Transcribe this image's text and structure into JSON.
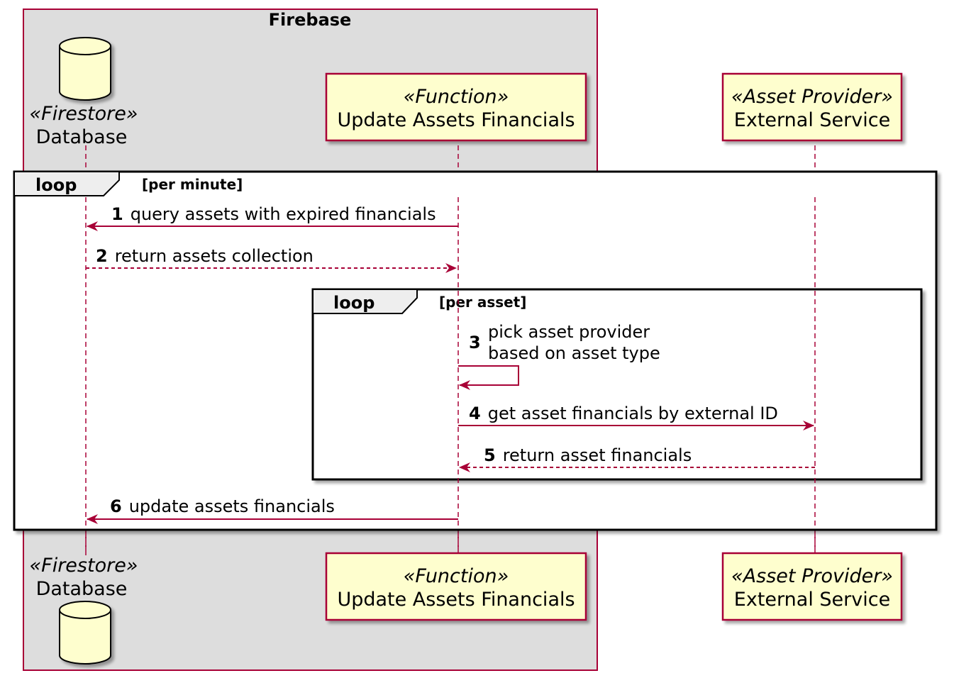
{
  "box": {
    "title": "Firebase"
  },
  "participants": {
    "database": {
      "stereotype": "«Firestore»",
      "name": "Database"
    },
    "function": {
      "stereotype": "«Function»",
      "name": "Update Assets Financials"
    },
    "external": {
      "stereotype": "«Asset Provider»",
      "name": "External Service"
    }
  },
  "outer_loop": {
    "keyword": "loop",
    "guard": "[per minute]"
  },
  "inner_loop": {
    "keyword": "loop",
    "guard": "[per asset]"
  },
  "messages": [
    {
      "number": "1",
      "text": "query assets with expired financials"
    },
    {
      "number": "2",
      "text": "return assets collection"
    },
    {
      "number": "3",
      "line1": "pick asset provider",
      "line2": "based on asset type"
    },
    {
      "number": "4",
      "text": "get asset financials by external ID"
    },
    {
      "number": "5",
      "text": "return asset financials"
    },
    {
      "number": "6",
      "text": "update assets financials"
    }
  ],
  "colors": {
    "box_fill": "#dddddd",
    "line": "#a80036",
    "participant_fill": "#fefece"
  }
}
